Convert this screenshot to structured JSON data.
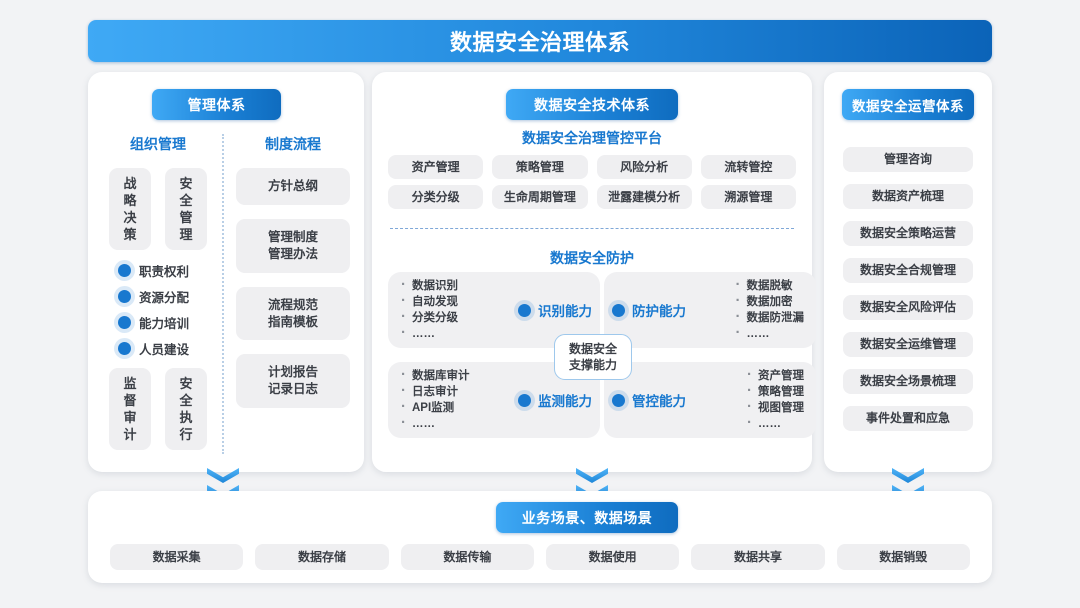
{
  "title": "数据安全治理体系",
  "management": {
    "badge": "管理体系",
    "columns": {
      "org": "组织管理",
      "process": "制度流程"
    },
    "org_top_boxes": [
      "战略决策",
      "安全管理"
    ],
    "org_bullets": [
      "职责权利",
      "资源分配",
      "能力培训",
      "人员建设"
    ],
    "org_bottom_boxes": [
      "监督审计",
      "安全执行"
    ],
    "process_items": [
      "方针总纲",
      "管理制度\n管理办法",
      "流程规范\n指南模板",
      "计划报告\n记录日志"
    ]
  },
  "technology": {
    "badge": "数据安全技术体系",
    "platform_title": "数据安全治理管控平台",
    "platform_row1": [
      "资产管理",
      "策略管理",
      "风险分析",
      "流转管控"
    ],
    "platform_row2": [
      "分类分级",
      "生命周期管理",
      "泄露建模分析",
      "溯源管理"
    ],
    "protection_title": "数据安全防护",
    "center_badge": "数据安全\n支撑能力",
    "quadrants": [
      {
        "capability": "识别能力",
        "items": [
          "数据识别",
          "自动发现",
          "分类分级",
          "……"
        ],
        "label_side": "right"
      },
      {
        "capability": "防护能力",
        "items": [
          "数据脱敏",
          "数据加密",
          "数据防泄漏",
          "……"
        ],
        "label_side": "left"
      },
      {
        "capability": "监测能力",
        "items": [
          "数据库审计",
          "日志审计",
          "API监测",
          "……"
        ],
        "label_side": "right"
      },
      {
        "capability": "管控能力",
        "items": [
          "资产管理",
          "策略管理",
          "视图管理",
          "……"
        ],
        "label_side": "left"
      }
    ]
  },
  "operations": {
    "badge": "数据安全运营体系",
    "items": [
      "管理咨询",
      "数据资产梳理",
      "数据安全策略运营",
      "数据安全合规管理",
      "数据安全风险评估",
      "数据安全运维管理",
      "数据安全场景梳理",
      "事件处置和应急"
    ]
  },
  "scenarios": {
    "badge": "业务场景、数据场景",
    "items": [
      "数据采集",
      "数据存储",
      "数据传输",
      "数据使用",
      "数据共享",
      "数据销毁"
    ]
  },
  "colors": {
    "accent": "#1878cf",
    "badge_gradient_start": "#3fa9f5",
    "badge_gradient_end": "#0f6cbf",
    "chip_bg": "#efeff1",
    "text_dark": "#3b3f46",
    "page_bg": "#f2f3f5"
  }
}
